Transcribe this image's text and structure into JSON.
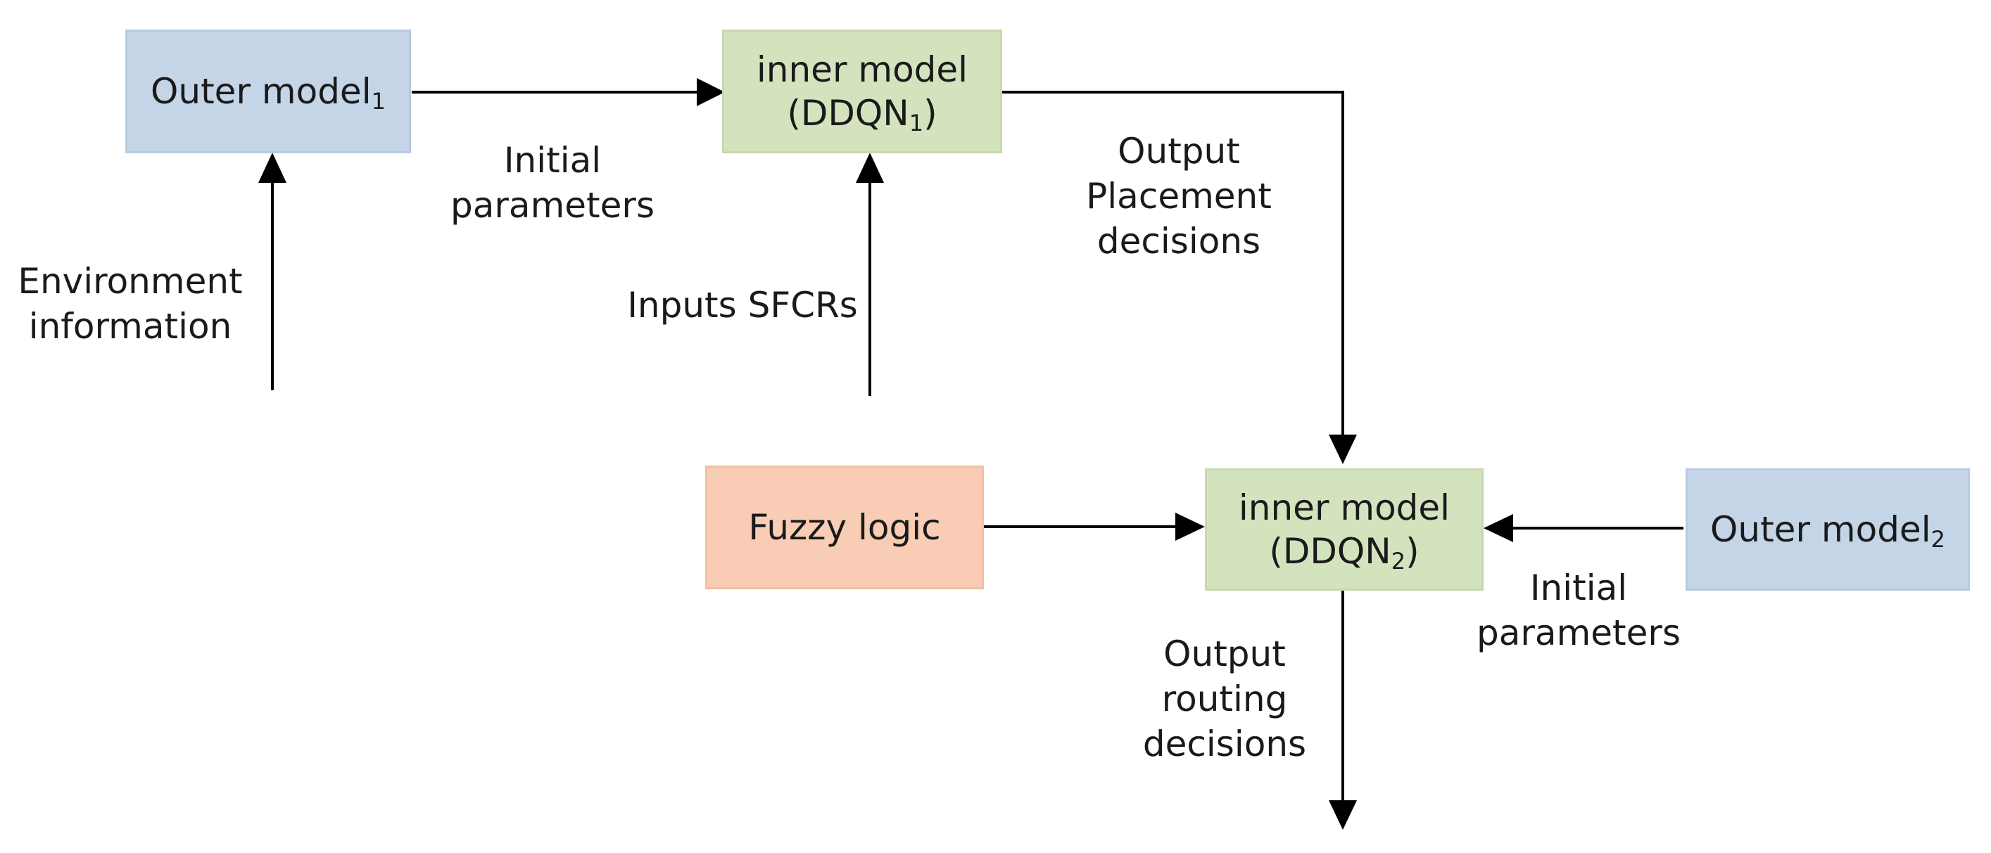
{
  "colors": {
    "outer_box": "#c5d5e8",
    "inner_box": "#d3e3be",
    "fuzzy_box": "#f9cdb5",
    "arrow": "#000000"
  },
  "boxes": {
    "outer1": {
      "text": "Outer model",
      "sub": "1"
    },
    "inner1": {
      "line1": "inner model",
      "line2": "(DDQN",
      "sub": "1",
      "close": ")"
    },
    "fuzzy": {
      "text": "Fuzzy logic"
    },
    "inner2": {
      "line1": "inner model",
      "line2": "(DDQN",
      "sub": "2",
      "close": ")"
    },
    "outer2": {
      "text": "Outer model",
      "sub": "2"
    }
  },
  "labels": {
    "initial_params_1": [
      "Initial",
      "parameters"
    ],
    "environment_info": [
      "Environment",
      "information"
    ],
    "inputs_sfcrs": "Inputs SFCRs",
    "output_placement": [
      "Output",
      "Placement",
      "decisions"
    ],
    "initial_params_2": [
      "Initial",
      "parameters"
    ],
    "output_routing": [
      "Output",
      "routing",
      "decisions"
    ]
  }
}
